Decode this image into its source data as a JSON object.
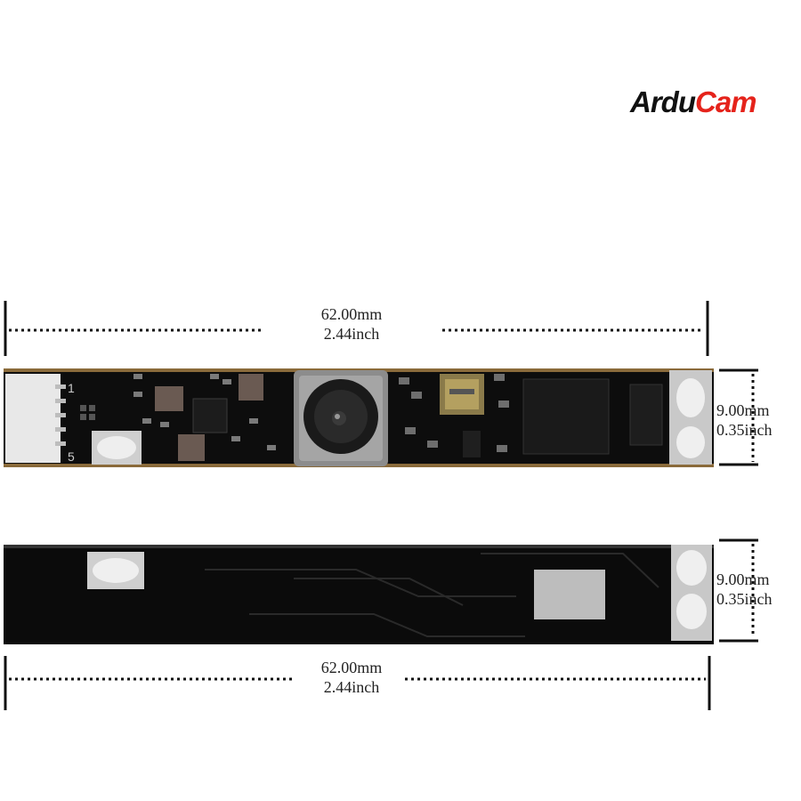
{
  "brand": {
    "prefix": "Ardu",
    "suffix": "Cam",
    "accent": "#e5231b"
  },
  "front": {
    "length_mm": "62.00mm",
    "length_in": "2.44inch",
    "width_mm": "9.00mm",
    "width_in": "0.35inch",
    "pin1_label": "1",
    "pin5_label": "5"
  },
  "back": {
    "length_mm": "62.00mm",
    "length_in": "2.44inch",
    "width_mm": "9.00mm",
    "width_in": "0.35inch"
  }
}
